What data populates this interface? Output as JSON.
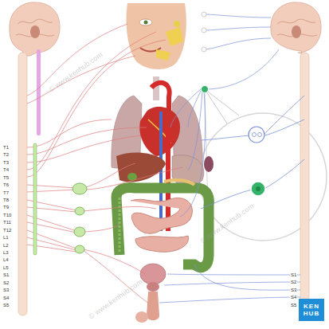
{
  "diagram": {
    "labels": [
      "T1",
      "T2",
      "T3",
      "T4",
      "T5",
      "T6",
      "T7",
      "T8",
      "T9",
      "T10",
      "T11",
      "T12",
      "L1",
      "L2",
      "L3",
      "L4",
      "L5",
      "S1",
      "S2",
      "S3",
      "S4",
      "S5",
      "S1",
      "S2",
      "S3",
      "S4",
      "S5",
      "© www.kenhub.com",
      "© www.kenhub.com",
      "© www.kenhub.com",
      "KEN HUB"
    ]
  }
}
